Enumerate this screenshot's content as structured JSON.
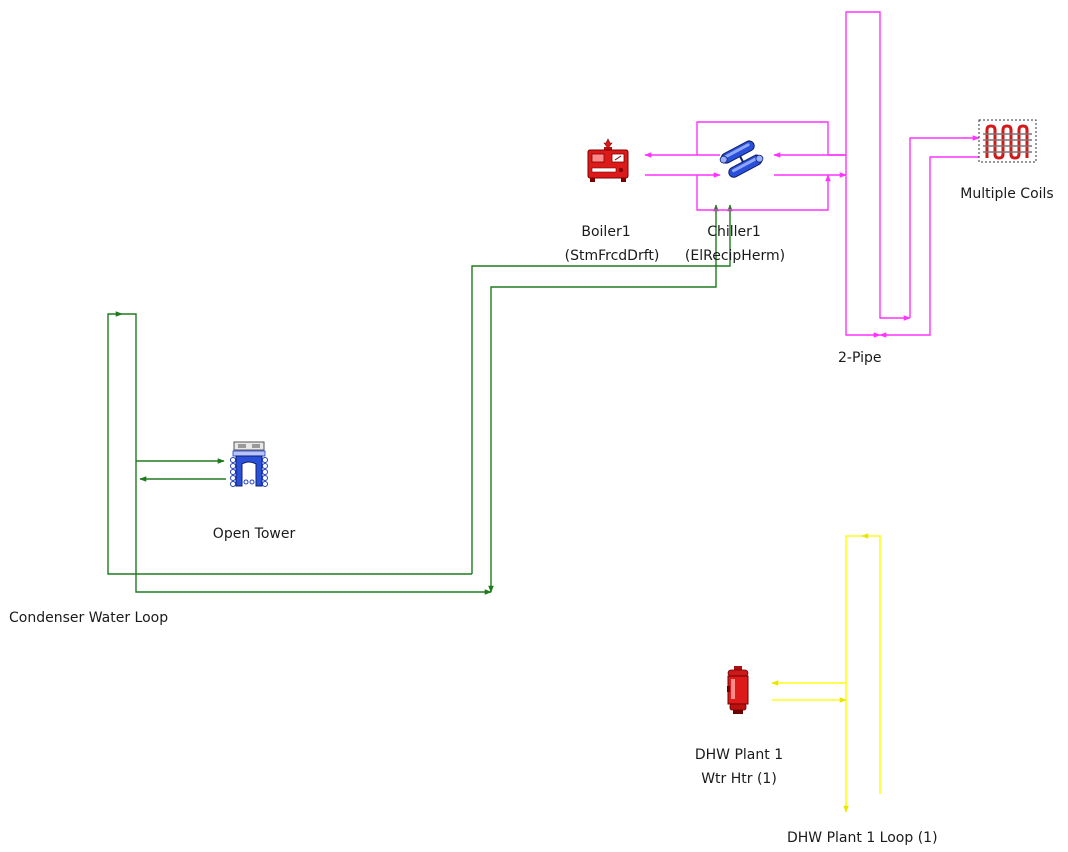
{
  "colors": {
    "condenser": "#1e7a1e",
    "hot_chilled": "#ff33ff",
    "dhw": "#ffff1a",
    "equipment_red": "#dd1a1a",
    "equipment_blue": "#1f3fbf"
  },
  "loops": {
    "condenser": {
      "label": "Condenser Water Loop"
    },
    "two_pipe": {
      "label": "2-Pipe"
    },
    "dhw": {
      "label": "DHW Plant 1 Loop (1)"
    }
  },
  "components": {
    "boiler": {
      "name": "Boiler1",
      "type": "(StmFrcdDrft)",
      "icon": "boiler-icon"
    },
    "chiller": {
      "name": "Chiller1",
      "type": "(ElRecipHerm)",
      "icon": "chiller-icon"
    },
    "coils": {
      "name": "Multiple Coils",
      "icon": "coil-icon"
    },
    "tower": {
      "name": "Open Tower",
      "icon": "cooling-tower-icon"
    },
    "water_heater": {
      "line1": "DHW Plant 1",
      "line2": "Wtr Htr (1)",
      "icon": "water-heater-icon"
    }
  }
}
